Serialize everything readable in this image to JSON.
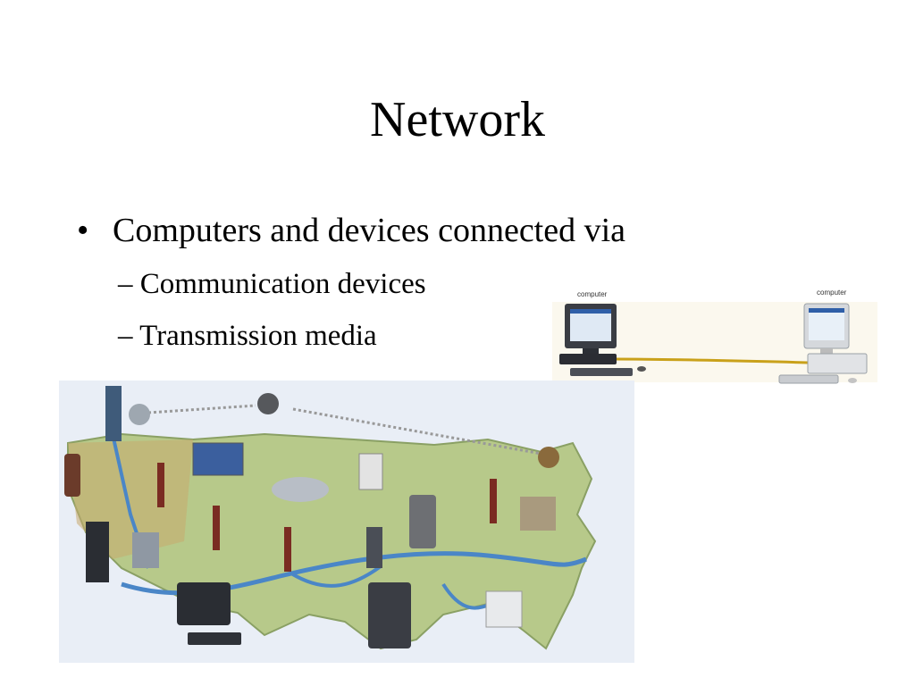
{
  "slide": {
    "title": "Network",
    "bullet": "Computers and devices connected via",
    "bullet_marker": "•",
    "sub_items": [
      "– Communication devices",
      "– Transmission media"
    ]
  },
  "figure_computers": {
    "left_label": "computer",
    "right_label": "computer",
    "cable_color": "#c9a11a"
  },
  "figure_map": {
    "land_color": "#b7c98a",
    "sky_color": "#e9eef6",
    "cable_color": "#4a86c7"
  }
}
